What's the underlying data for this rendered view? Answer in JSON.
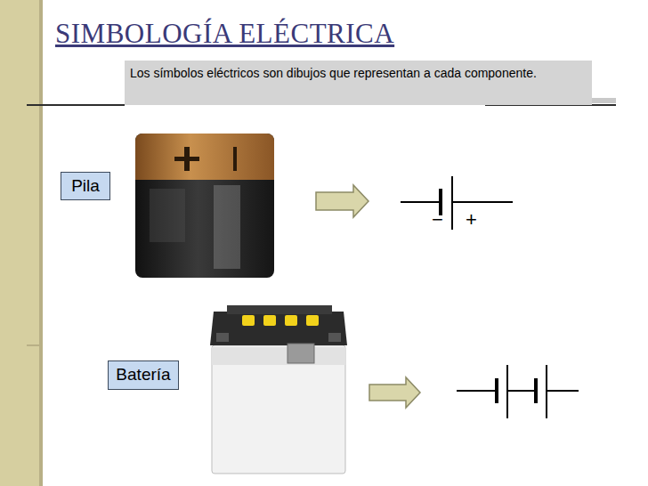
{
  "diagram": {
    "title": "SIMBOLOGÍA ELÉCTRICA",
    "nodes": [
      {
        "text": [
          "Los símbolos eléctricos son dibujos que representan a cada componente."
        ]
      },
      {
        "text": [
          "Pila"
        ]
      },
      {
        "text": [
          "Batería"
        ]
      }
    ],
    "labels": [
      "−",
      "+"
    ]
  }
}
